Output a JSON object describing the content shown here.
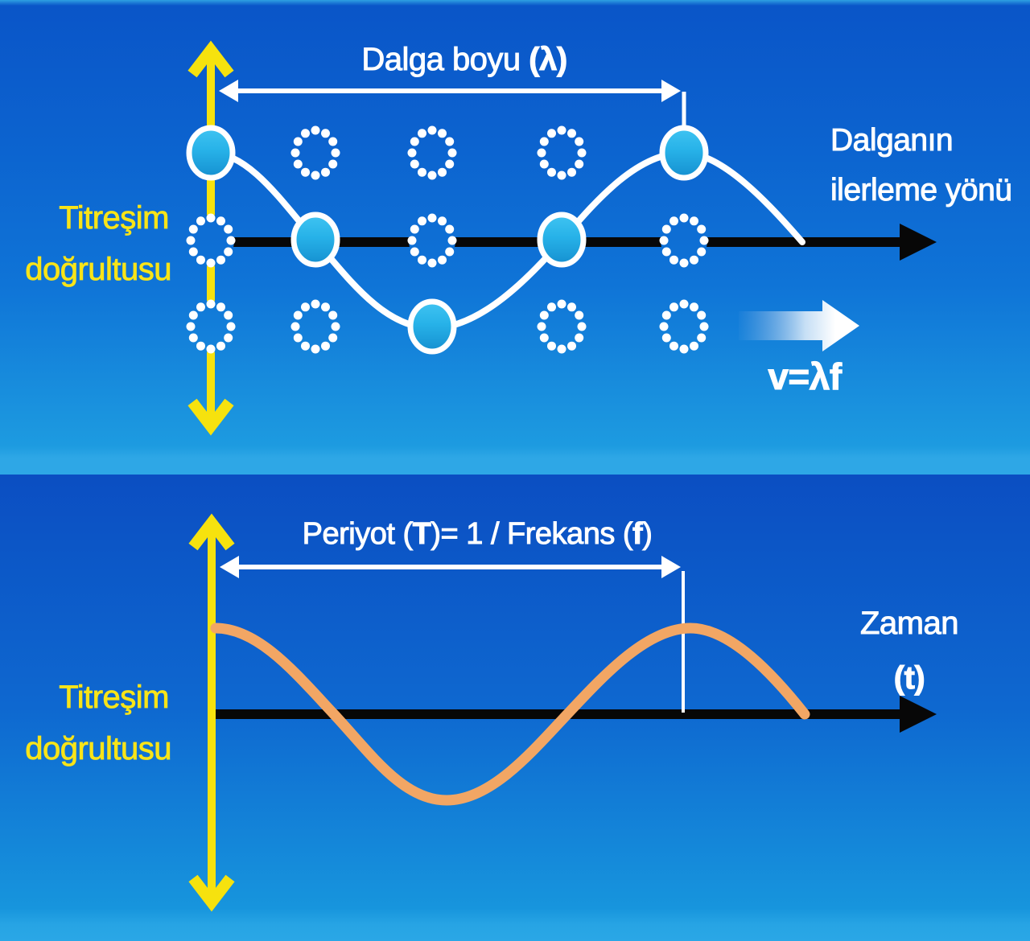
{
  "colors": {
    "background_top": "#0a55c8",
    "background_bottom": "#2ea7e6",
    "particle_cyan": "#27b2e8",
    "arrow_yellow": "#f6e20e",
    "curve_orange": "#f2a664",
    "axis_black": "#070707",
    "wave_white": "#ffffff",
    "label_yellow": "#f8e418"
  },
  "top_panel": {
    "wavelength_label": {
      "text": "Dalga boyu ",
      "symbol": "(λ)"
    },
    "vibration_label": {
      "line1": "Titreşim",
      "line2": "doğrultusu"
    },
    "propagation_label": {
      "line1": "Dalganın",
      "line2": "ilerleme yönü"
    },
    "speed_formula": "v=λf"
  },
  "bottom_panel": {
    "period_label": {
      "part1": "Periyot (",
      "bold1": "T",
      "part2": ")= 1 / Frekans (",
      "bold2": "f",
      "part3": ")"
    },
    "vibration_label": {
      "line1": "Titreşim",
      "line2": "doğrultusu"
    },
    "time_label": {
      "line1": "Zaman",
      "line2": "(t)"
    }
  }
}
